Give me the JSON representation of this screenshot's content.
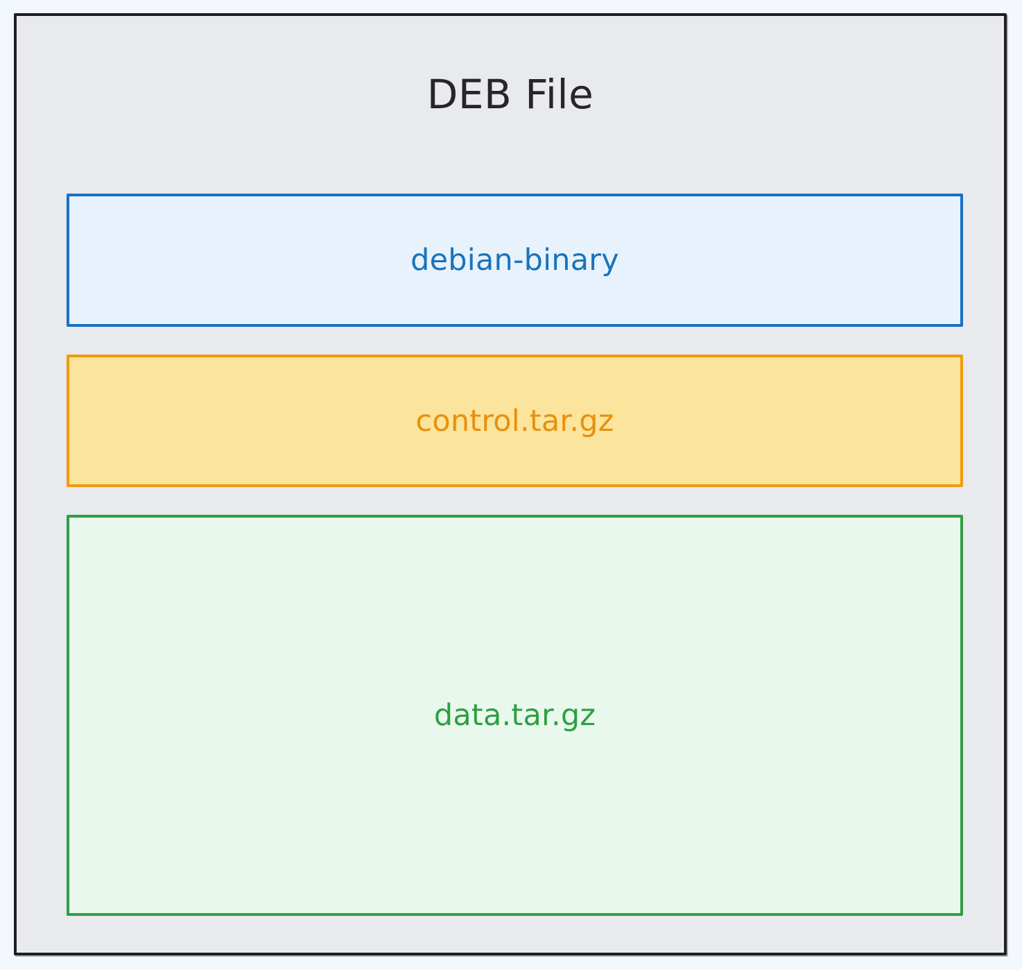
{
  "diagram": {
    "type": "nested-container-diagram",
    "subject": "DEB File",
    "page_background": "#f2f8fd",
    "container": {
      "title": "DEB File",
      "fill": "#e8eaed",
      "border_color": "#1f1f1f",
      "title_color": "#262626"
    },
    "members": [
      {
        "label": "debian-binary",
        "fill": "#e7f2fd",
        "border_color": "#1971c2",
        "text_color": "#1a73ba"
      },
      {
        "label": "control.tar.gz",
        "fill": "#fbe49b",
        "border_color": "#ef9b0f",
        "text_color": "#e8900e"
      },
      {
        "label": "data.tar.gz",
        "fill": "#e9f8ec",
        "border_color": "#2f9e44",
        "text_color": "#2f9e44"
      }
    ]
  }
}
